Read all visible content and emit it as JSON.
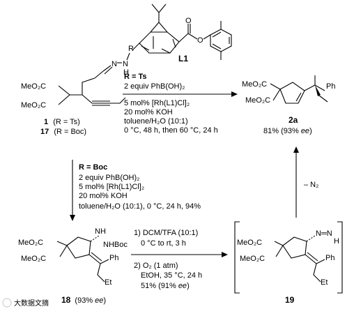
{
  "ligand": {
    "label": "L1"
  },
  "substrate": {
    "group_top": "MeO₂C",
    "group_bottom": "MeO₂C",
    "hydrazone_r": "R",
    "hydrazone_h": "H",
    "label_1": "1",
    "label_1_cond": "(R = Ts)",
    "label_17": "17",
    "label_17_cond": "(R = Boc)"
  },
  "path_ts": {
    "header": "R = Ts",
    "line1": "2 equiv PhB(OH)₂",
    "line2": "5 mol% [Rh(L1)Cl]₂",
    "line3": "20 mol% KOH",
    "line4": "toluene/H₂O (10:1)",
    "line5": "0 °C, 48 h, then 60 °C, 24 h"
  },
  "product_2a": {
    "group_top": "MeO₂C",
    "group_bottom": "MeO₂C",
    "ph": "Ph",
    "label": "2a",
    "yield": "81% (93% ee)"
  },
  "path_boc": {
    "header": "R = Boc",
    "line1": "2 equiv PhB(OH)₂",
    "line2": "5 mol% [Rh(L1)Cl]₂",
    "line3": "20 mol% KOH",
    "line4": "toluene/H₂O (10:1), 0 °C, 24 h, 94%"
  },
  "compound_18": {
    "group_top": "MeO₂C",
    "group_bottom": "MeO₂C",
    "nh": "NH",
    "nhboc": "NHBoc",
    "ph": "Ph",
    "et": "Et",
    "label": "18",
    "ee": "(93% ee)"
  },
  "path_deprotect": {
    "step1a": "1) DCM/TFA (10:1)",
    "step1b": "0 °C to rt, 3 h",
    "step2a": "2) O₂ (1 atm)",
    "step2b": "EtOH, 35 °C, 24 h",
    "step2c": "51% (91% ee)"
  },
  "compound_19": {
    "group_top": "MeO₂C",
    "group_bottom": "MeO₂C",
    "diazene": "N═N",
    "h": "H",
    "ph": "Ph",
    "et": "Et",
    "label": "19"
  },
  "loss": {
    "label": "– N₂"
  },
  "watermark": {
    "text": "大数据文摘"
  }
}
